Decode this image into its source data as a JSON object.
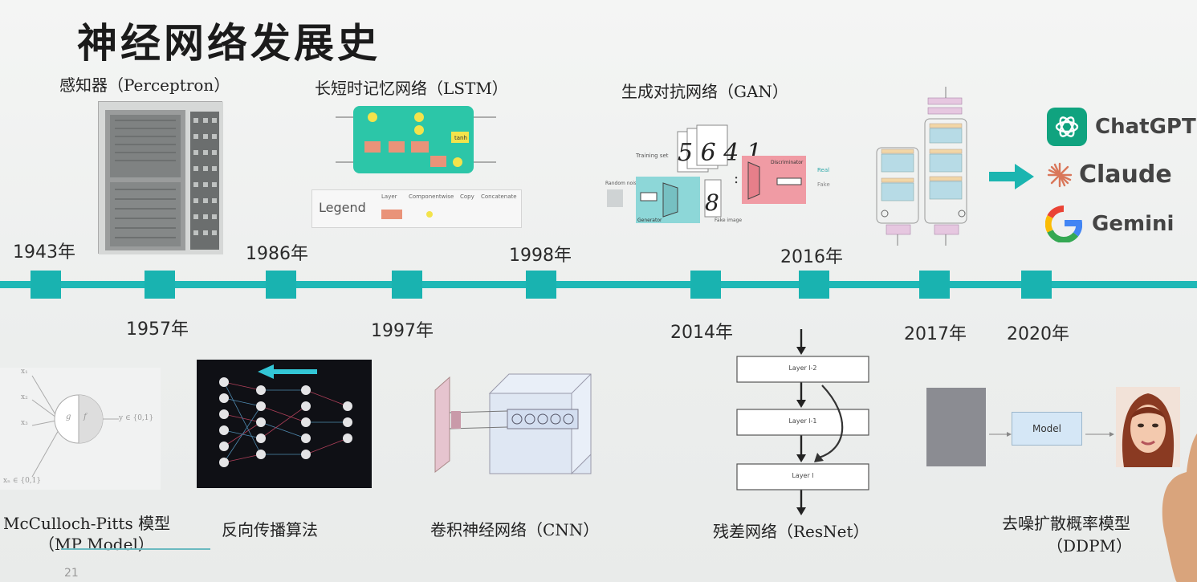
{
  "title": "神经网络发展史",
  "top_labels": {
    "perceptron": "感知器（Perceptron）",
    "lstm": "长短时记忆网络（LSTM）",
    "gan": "生成对抗网络（GAN）"
  },
  "top_years": [
    "1943年",
    "1986年",
    "1998年",
    "2016年"
  ],
  "bottom_years": [
    "1957年",
    "1997年",
    "2014年",
    "2017年",
    "2020年"
  ],
  "bottom_labels": {
    "mp_line1": "McCulloch-Pitts 模型",
    "mp_line2": "（MP Model）",
    "backprop": "反向传播算法",
    "cnn": "卷积神经网络（CNN）",
    "resnet": "残差网络（ResNet）",
    "ddpm_line1": "去噪扩散概率模型",
    "ddpm_line2": "（DDPM）"
  },
  "brands": [
    "ChatGPT",
    "Claude",
    "Gemini"
  ],
  "lstm_legend": {
    "title": "Legend",
    "items": [
      "Layer",
      "Componentwise",
      "Copy",
      "Concatenate"
    ]
  },
  "lstm_cell_ops": [
    "tanh"
  ],
  "gan_texts": {
    "training_set": "Training set",
    "random_noise": "Random noise",
    "generator": "Generator",
    "discriminator": "Discriminator",
    "real": "Real",
    "fake": "Fake",
    "fake_image": "Fake image",
    "digits": "5 6 4 1",
    "digit_fake": "8"
  },
  "mp_texts": {
    "inputs": [
      "x₁",
      "x₂",
      "x₃"
    ],
    "input_last": "xₙ ∈ {0,1}",
    "sum": "g",
    "act": "f",
    "output": "y ∈ {0,1}"
  },
  "resnet_layers": [
    "Layer l-2",
    "Layer l-1",
    "Layer l"
  ],
  "ddpm_model": "Model",
  "page_number": "21",
  "colors": {
    "timeline": "#1fb8b6",
    "lstm_cell": "#2cc6a8",
    "chatgpt_logo": "#10a37f",
    "claude_logo": "#d9775a",
    "arrow": "#1bb5b0"
  }
}
